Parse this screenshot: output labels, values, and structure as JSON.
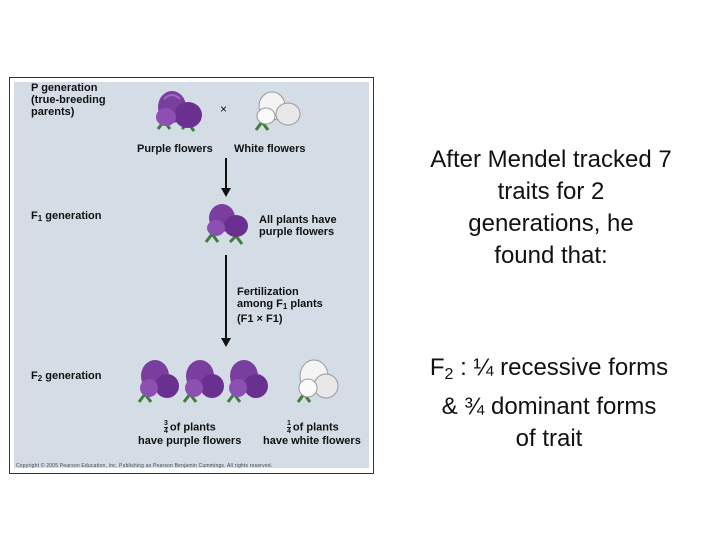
{
  "figure": {
    "p_generation": [
      "P generation",
      "(true-breeding",
      "parents)"
    ],
    "cross_symbol": "×",
    "purple_label": "Purple flowers",
    "white_label": "White flowers",
    "f1_label": "F",
    "f1_sub": "1",
    "f1_suffix": " generation",
    "f1_result": [
      "All plants have",
      "purple flowers"
    ],
    "fert_line1": "Fertilization",
    "fert_line2a": "among F",
    "fert_line2sub": "1",
    "fert_line2b": " plants",
    "fert_line3": "(F1 × F1)",
    "f2_label": "F",
    "f2_sub": "2",
    "f2_suffix": " generation",
    "three_quarter_num": "3",
    "three_quarter_den": "4",
    "three_quarter_text": "of plants",
    "three_quarter_line2": "have purple flowers",
    "one_quarter_num": "1",
    "one_quarter_den": "4",
    "one_quarter_text": "of plants",
    "one_quarter_line2": "have white flowers",
    "copyright": "Copyright © 2005 Pearson Education, Inc. Publishing as Pearson Benjamin Cummings. All rights reserved."
  },
  "text": {
    "line1": "After Mendel tracked 7",
    "line2": "traits for 2",
    "line3": "generations, he",
    "line4": "found that:",
    "f2_prefix": "F",
    "f2_sub": "2",
    "f2_rest": " :  ¼ recessive forms",
    "line6": "& ¾ dominant forms",
    "line7": "of trait"
  },
  "colors": {
    "purple": "#7a3f9e",
    "purple_light": "#a06bc0",
    "white_flower": "#f2f2f2",
    "leaf": "#3f7d3a",
    "panel": "#d4dde6"
  }
}
